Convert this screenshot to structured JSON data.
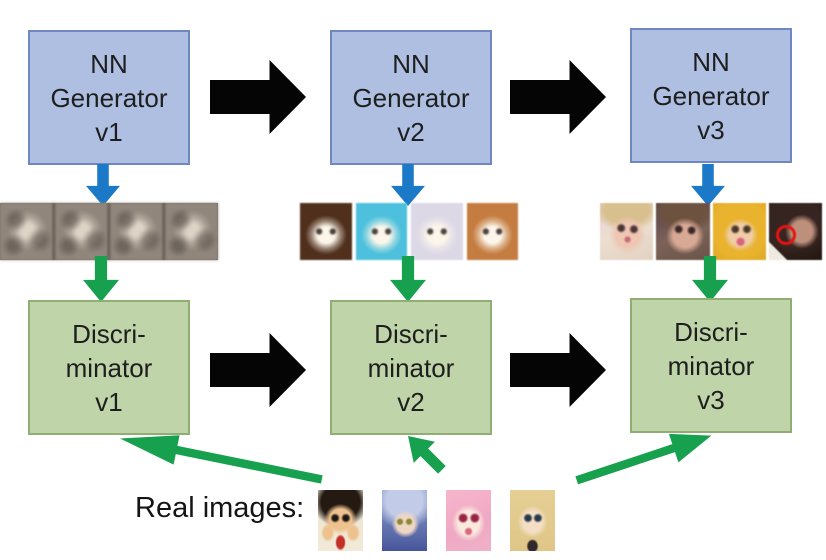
{
  "diagram": {
    "generators": [
      {
        "line1": "NN",
        "line2": "Generator",
        "line3": "v1"
      },
      {
        "line1": "NN",
        "line2": "Generator",
        "line3": "v2"
      },
      {
        "line1": "NN",
        "line2": "Generator",
        "line3": "v3"
      }
    ],
    "discriminators": [
      {
        "line1": "Discri-",
        "line2": "minator",
        "line3": "v1"
      },
      {
        "line1": "Discri-",
        "line2": "minator",
        "line3": "v2"
      },
      {
        "line1": "Discri-",
        "line2": "minator",
        "line3": "v3"
      }
    ],
    "real_images_label": "Real images:",
    "generated_strips": [
      {
        "name": "generated-samples-v1",
        "image_count": 4
      },
      {
        "name": "generated-samples-v2",
        "image_count": 4
      },
      {
        "name": "generated-samples-v3",
        "image_count": 4
      }
    ],
    "real_images_count": 4,
    "colors": {
      "generator_fill": "#aebfe2",
      "generator_border": "#6f88c1",
      "discriminator_fill": "#bfd4a8",
      "discriminator_border": "#90ad74",
      "flow_arrow": "#050505",
      "generate_arrow": "#1b79c8",
      "feed_arrow": "#17a14f",
      "annotation_circle": "#e81212",
      "text": "#1e1e1e"
    }
  }
}
